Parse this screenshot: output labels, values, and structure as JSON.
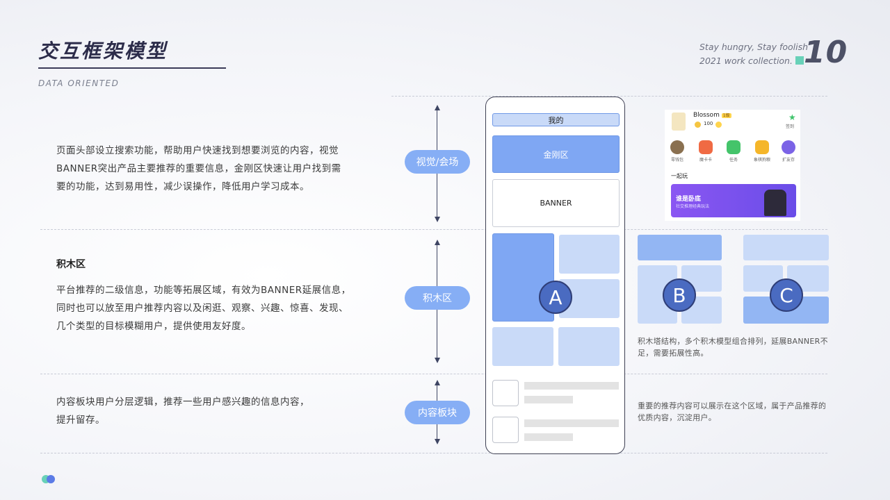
{
  "header": {
    "title": "交互框架模型",
    "subtitle": "DATA ORIENTED",
    "slogan_line1": "Stay hungry, Stay foolish",
    "slogan_line2": "2021 work collection.",
    "page_number": "10",
    "accent_color": "#68d1b8"
  },
  "sections": {
    "visual": {
      "description": "页面头部设立搜索功能，帮助用户快速找到想要浏览的内容，视觉BANNER突出产品主要推荐的重要信息，金刚区快速让用户找到需要的功能，达到易用性，减少误操作，降低用户学习成本。",
      "pill": "视觉/会场"
    },
    "blocks": {
      "title": "积木区",
      "description": "平台推荐的二级信息，功能等拓展区域，有效为BANNER延展信息，同时也可以放至用户推荐内容以及闲逛、观察、兴趣、惊喜、发现、几个类型的目标模糊用户，提供使用友好度。",
      "pill": "积木区",
      "note": "积木塔结构，多个积木模型组合排列，延展BANNER不足，需要拓展性高。"
    },
    "content": {
      "description": "内容板块用户分层逻辑，推荐一些用户感兴趣的信息内容，提升留存。",
      "pill": "内容板块",
      "note": "重要的推荐内容可以展示在这个区域，属于产品推荐的优质内容，沉淀用户。"
    }
  },
  "phone": {
    "top_label": "我的",
    "kingkong_label": "金刚区",
    "banner_label": "BANNER",
    "layout_a": "A",
    "layout_b": "B",
    "layout_c": "C"
  },
  "app_card": {
    "username": "Blossom",
    "level": "1级",
    "coins": "100",
    "sign_label": "签到",
    "icons": [
      "零钱包",
      "魔卡卡",
      "任务",
      "象棋狗粮",
      "扩友存"
    ],
    "section_title": "一起玩",
    "banner_title": "谁是卧底",
    "banner_sub": "社交推理经典玩法",
    "banner_color": "#7b5cf0"
  }
}
